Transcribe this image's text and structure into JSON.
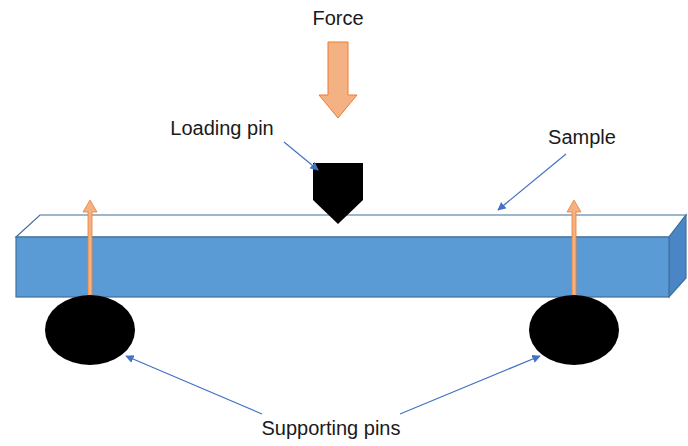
{
  "diagram": {
    "labels": [
      "Force",
      "Loading pin",
      "Sample",
      "Supporting pins"
    ]
  }
}
